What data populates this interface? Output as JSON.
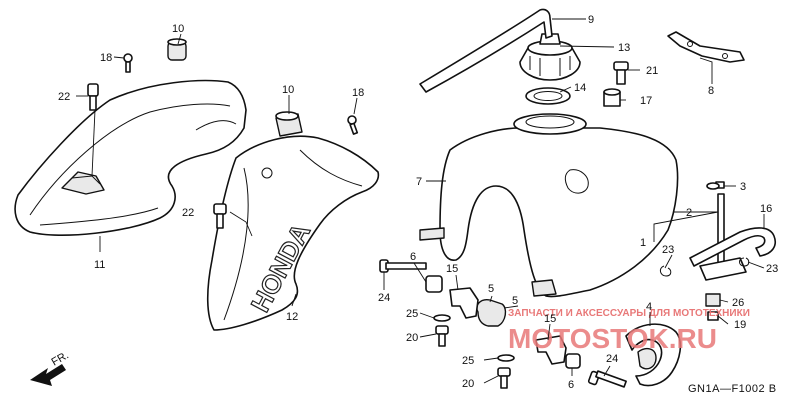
{
  "diagram_code": "GN1A—F1002 B",
  "front_label": "FR.",
  "watermark": {
    "top_line": "ЗАПЧАСТИ И АКСЕССУАРЫ ДЛЯ МОТОТЕХНИКИ",
    "brand": "MOTOSTOK.RU",
    "color": "#e87878"
  },
  "shroud_emblem": "HONDA",
  "callouts": {
    "c1": "1",
    "c2": "2",
    "c3": "3",
    "c4": "4",
    "c5a": "5",
    "c5b": "5",
    "c6a": "6",
    "c6b": "6",
    "c7": "7",
    "c8": "8",
    "c9": "9",
    "c10a": "10",
    "c10b": "10",
    "c11": "11",
    "c12": "12",
    "c13": "13",
    "c14": "14",
    "c15a": "15",
    "c15b": "15",
    "c16": "16",
    "c17": "17",
    "c18a": "18",
    "c18b": "18",
    "c19": "19",
    "c20a": "20",
    "c20b": "20",
    "c21": "21",
    "c22a": "22",
    "c22b": "22",
    "c23a": "23",
    "c23b": "23",
    "c24a": "24",
    "c24b": "24",
    "c25a": "25",
    "c25b": "25",
    "c26": "26"
  }
}
